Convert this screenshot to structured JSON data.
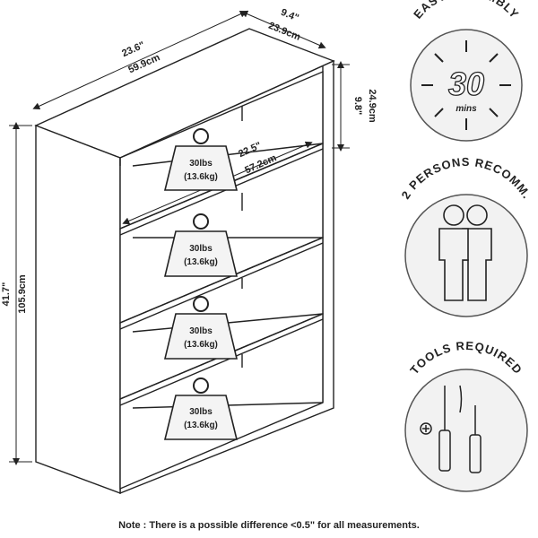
{
  "dimensions": {
    "width_in": "23.6\"",
    "width_cm": "59.9cm",
    "depth_in": "9.4\"",
    "depth_cm": "23.9cm",
    "shelf_depth_in": "9.8\"",
    "shelf_depth_cm": "24.9cm",
    "inner_width_in": "22.5\"",
    "inner_width_cm": "57.2cm",
    "height_in": "41.7\"",
    "height_cm": "105.9cm"
  },
  "shelf_weights": [
    {
      "lbs": "30lbs",
      "kg": "(13.6kg)"
    },
    {
      "lbs": "30lbs",
      "kg": "(13.6kg)"
    },
    {
      "lbs": "30lbs",
      "kg": "(13.6kg)"
    },
    {
      "lbs": "30lbs",
      "kg": "(13.6kg)"
    }
  ],
  "badges": {
    "assembly": {
      "title": "EASY ASSEMBLY",
      "number": "30",
      "unit": "mins",
      "icon": "clock-icon"
    },
    "persons": {
      "title": "2 PERSONS RECOMM.",
      "icon": "two-persons-icon"
    },
    "tools": {
      "title": "TOOLS REQUIRED",
      "icon": "screwdriver-icon"
    }
  },
  "note": "Note : There is a possible difference <0.5\" for all measurements.",
  "colors": {
    "line": "#222222",
    "weight_fill": "#f4f4f4",
    "badge_stroke": "#555555"
  }
}
